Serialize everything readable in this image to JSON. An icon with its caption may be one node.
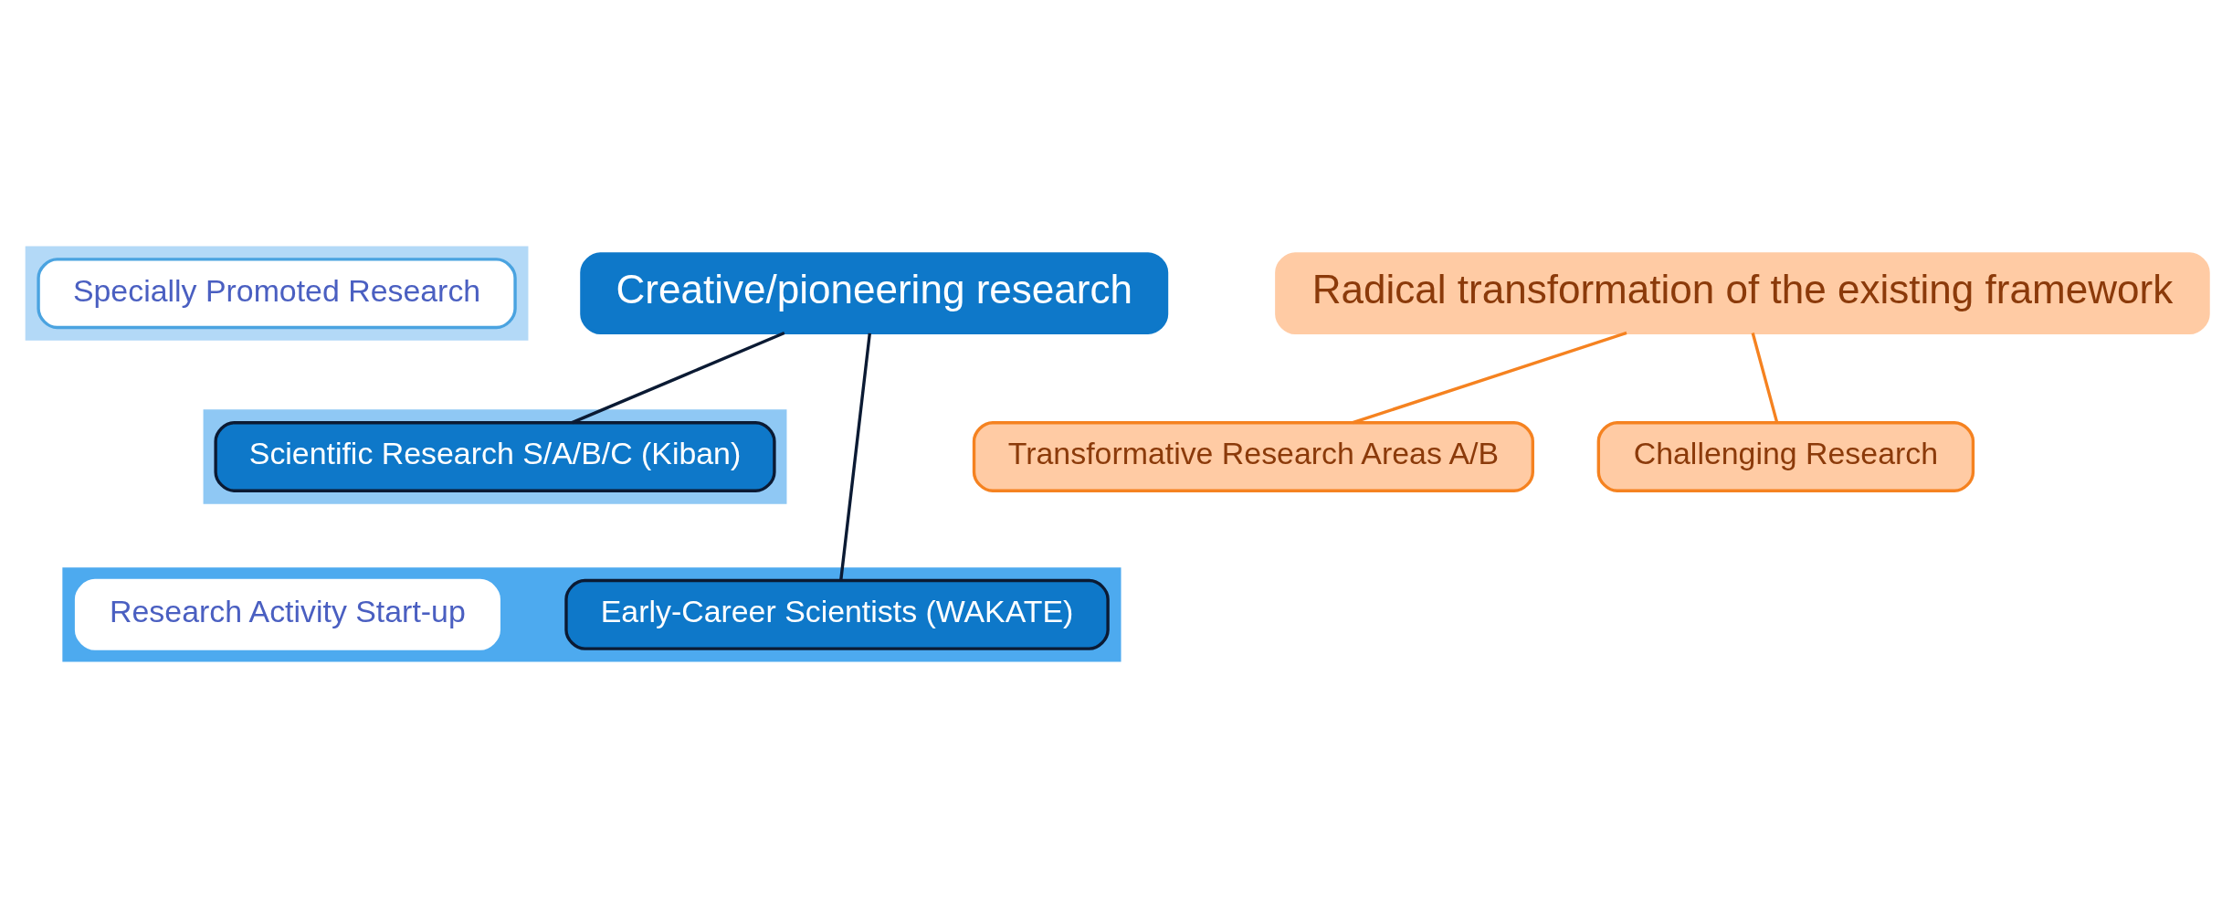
{
  "diagram": {
    "nodes": [
      {
        "text": [
          "Creative/pioneering research"
        ]
      },
      {
        "text": [],
        "shape": "band"
      },
      {
        "text": [
          "Specially Promoted Research"
        ],
        "in": 1
      },
      {
        "text": [
          "Radical transformation of the existing framework"
        ]
      },
      {
        "text": [],
        "shape": "band"
      },
      {
        "text": [
          "Scientific Research S/A/B/C (Kiban)"
        ],
        "in": 4
      },
      {
        "text": [
          "Transformative Research Areas A/B"
        ]
      },
      {
        "text": [
          "Challenging Research"
        ]
      },
      {
        "text": [],
        "shape": "band"
      },
      {
        "text": [
          "Early-Career Scientists (WAKATE)"
        ],
        "in": 8
      },
      {
        "text": [
          "Research Activity Start-up"
        ],
        "in": 8
      }
    ],
    "edges": [
      {
        "from": 0,
        "to": 5,
        "arrow": "none",
        "color": "#0b1a33"
      },
      {
        "from": 0,
        "to": 9,
        "arrow": "none",
        "color": "#0b1a33"
      },
      {
        "from": 3,
        "to": 6,
        "arrow": "none",
        "color": "#f58220"
      },
      {
        "from": 3,
        "to": 7,
        "arrow": "none",
        "color": "#f58220"
      }
    ]
  }
}
